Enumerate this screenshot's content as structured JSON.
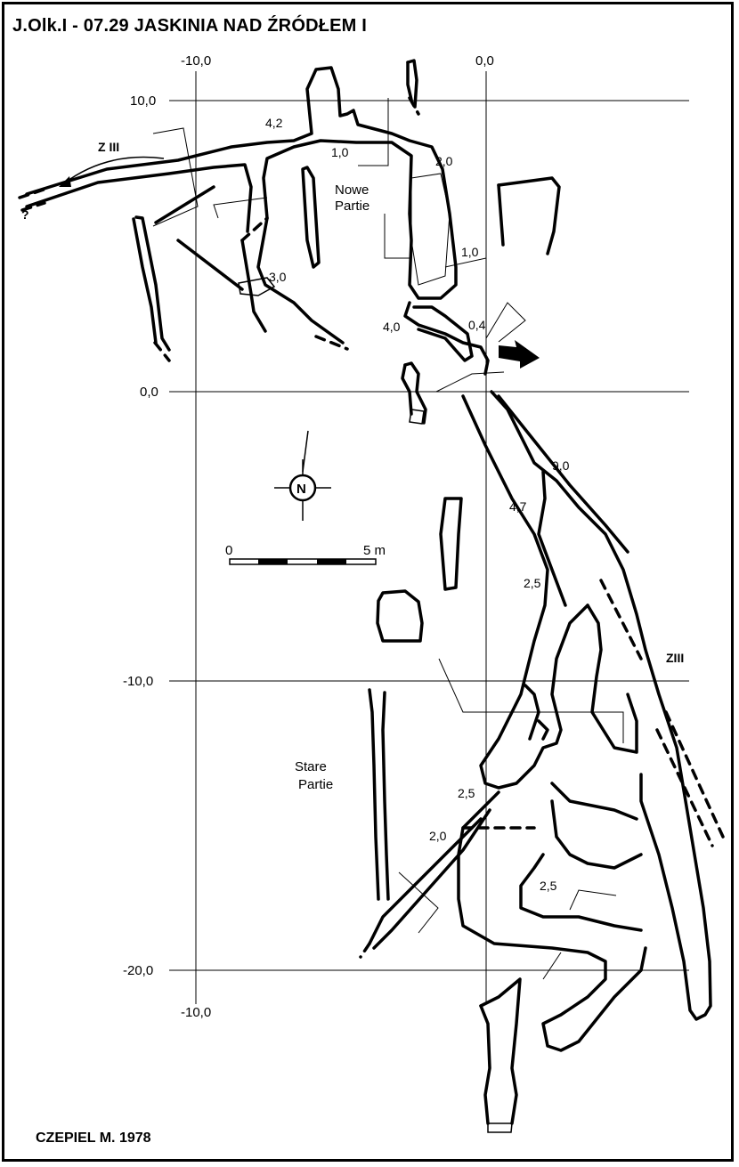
{
  "title": "J.Olk.I - 07.29  JASKINIA NAD ŹRÓDŁEM I",
  "author": "CZEPIEL M.  1978",
  "grid": {
    "x_top_labels": [
      "-10,0",
      "0,0"
    ],
    "x_bottom_label": "-10,0",
    "y_labels": [
      "10,0",
      "0,0",
      "-10,0",
      "-20,0"
    ]
  },
  "scale_bar": {
    "start": "0",
    "end": "5 m"
  },
  "north": "N",
  "areas": {
    "new_part": [
      "Nowe",
      "Partie"
    ],
    "old_part": [
      "Stare",
      "Partie"
    ]
  },
  "profile_label": "Z III",
  "profile_label_b": "ZIII",
  "unknown_mark": "?",
  "depths": [
    "4,2",
    "1,0",
    "2,0",
    "1,0",
    "3,0",
    "4,0",
    "0,4",
    "9,0",
    "4,7",
    "2,5",
    "2,5",
    "2,0",
    "2,5"
  ]
}
